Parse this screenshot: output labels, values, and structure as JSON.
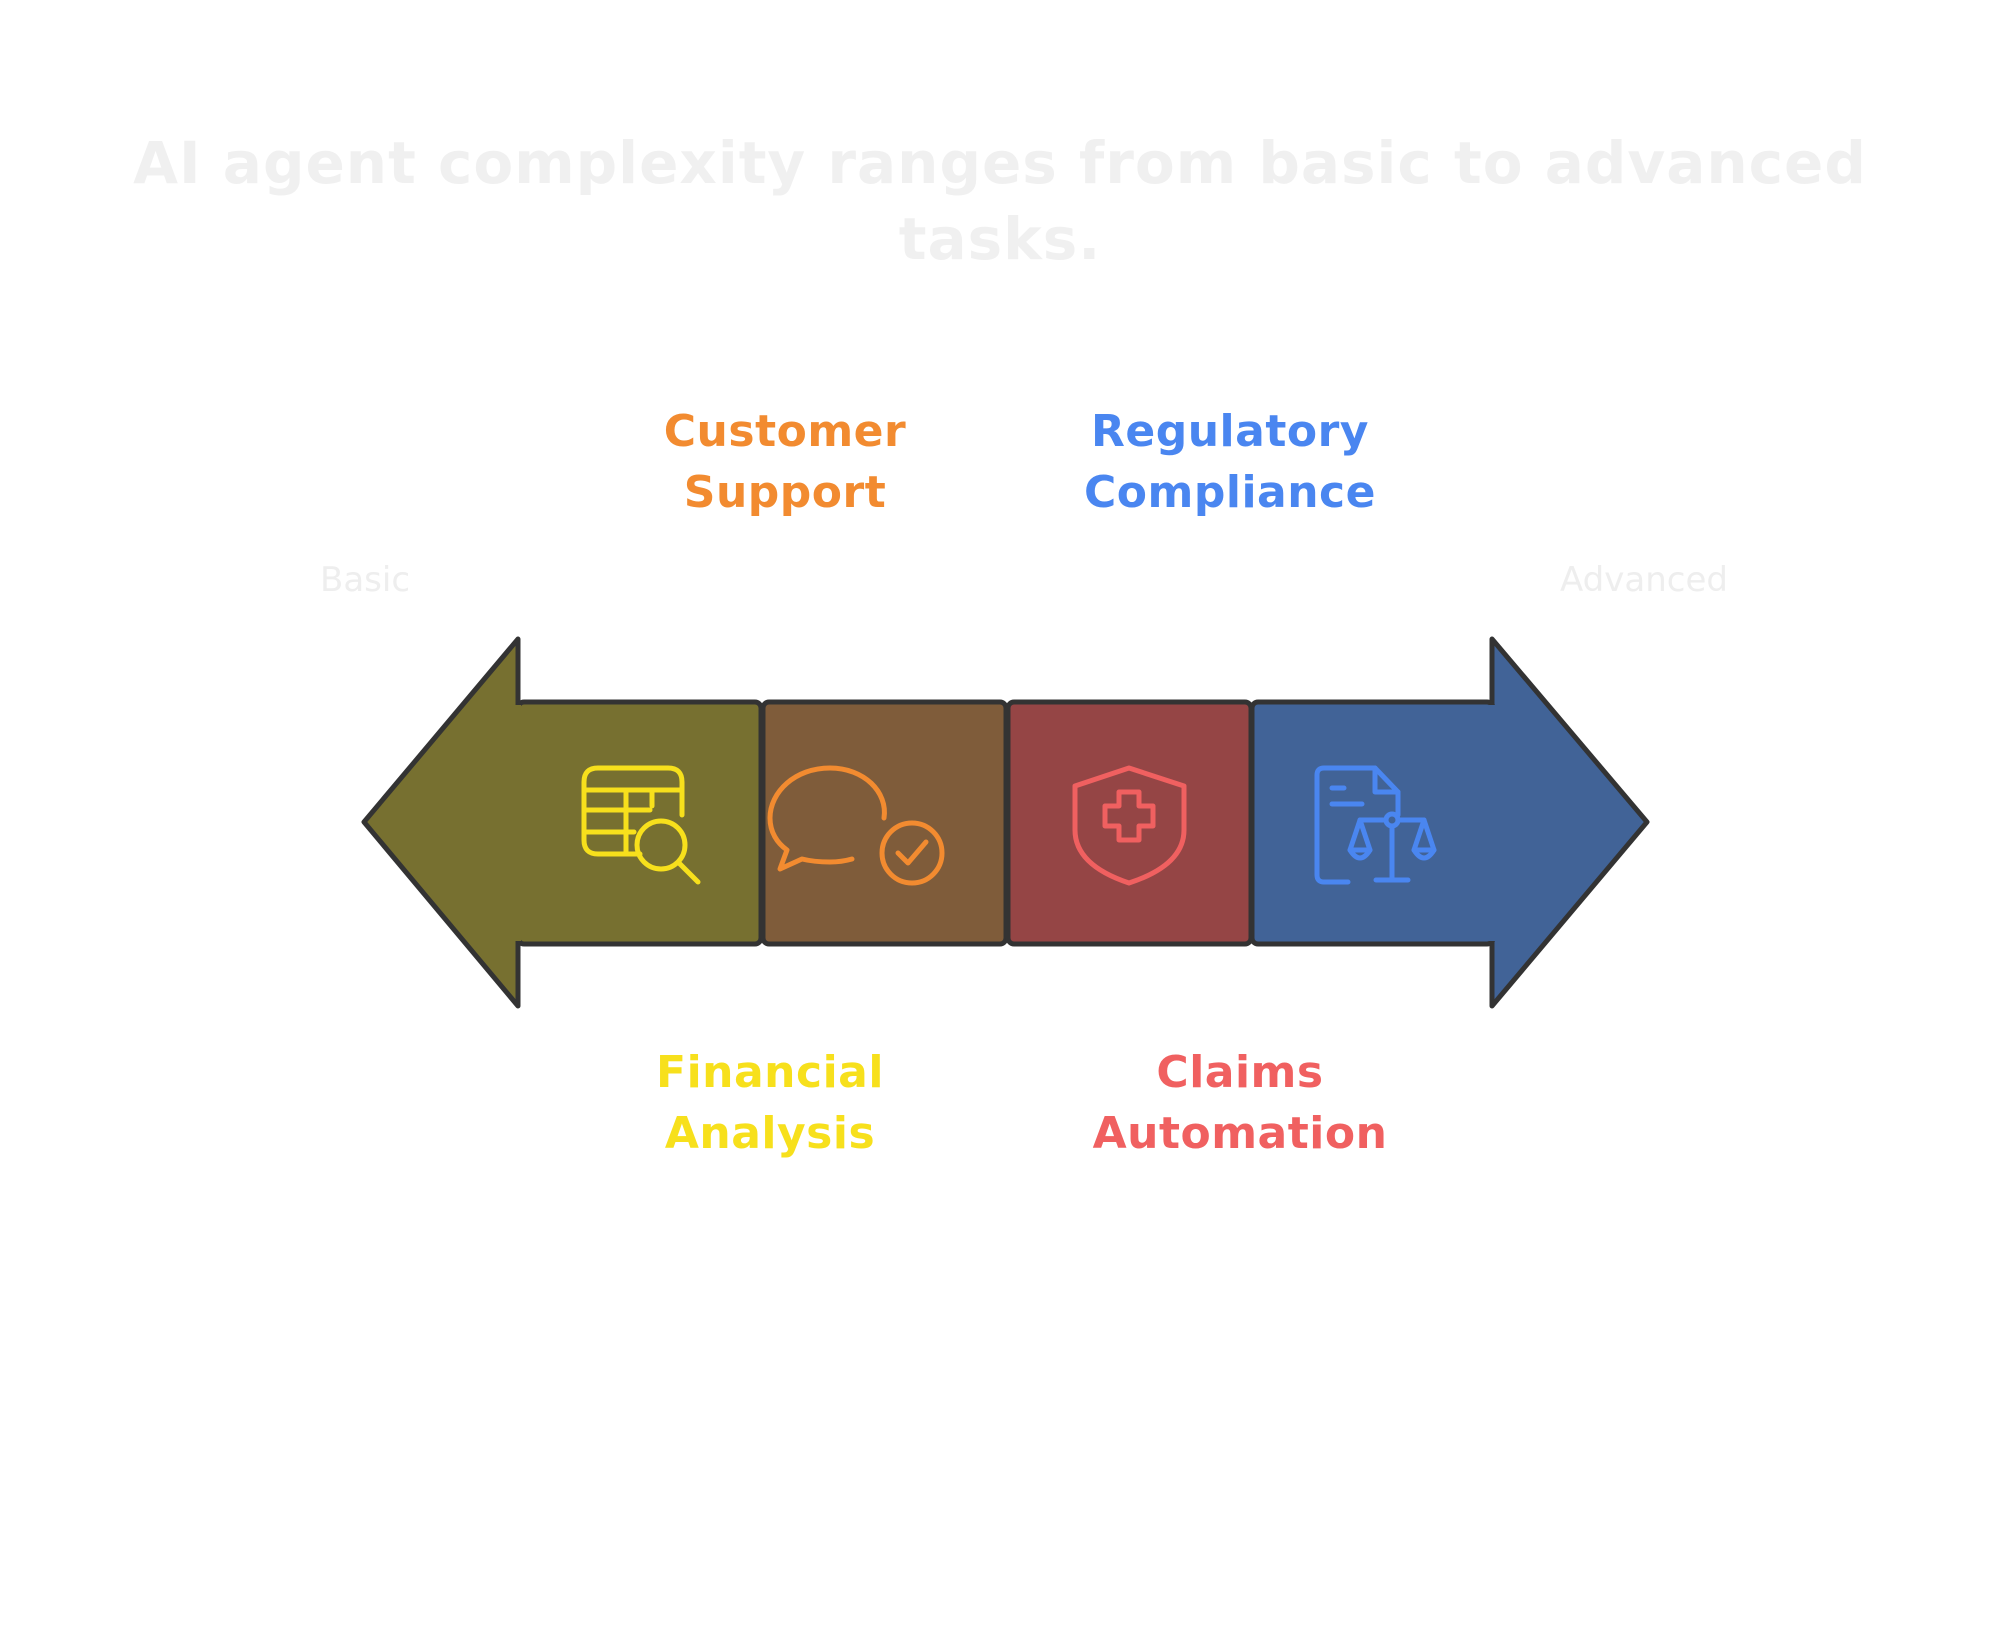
{
  "title": "AI agent complexity ranges from basic to advanced tasks.",
  "scale": {
    "start_label": "Basic",
    "end_label": "Advanced"
  },
  "segments": [
    {
      "label": "Financial Analysis",
      "icon": "table-search-icon",
      "fill": "#777030",
      "accent": "#f7e01c"
    },
    {
      "label": "Customer Support",
      "icon": "chat-check-icon",
      "fill": "#7f5c3a",
      "accent": "#f28b30"
    },
    {
      "label": "Claims Automation",
      "icon": "shield-plus-icon",
      "fill": "#954545",
      "accent": "#f06060"
    },
    {
      "label": "Regulatory Compliance",
      "icon": "document-scales-icon",
      "fill": "#416397",
      "accent": "#4a86f0"
    }
  ]
}
